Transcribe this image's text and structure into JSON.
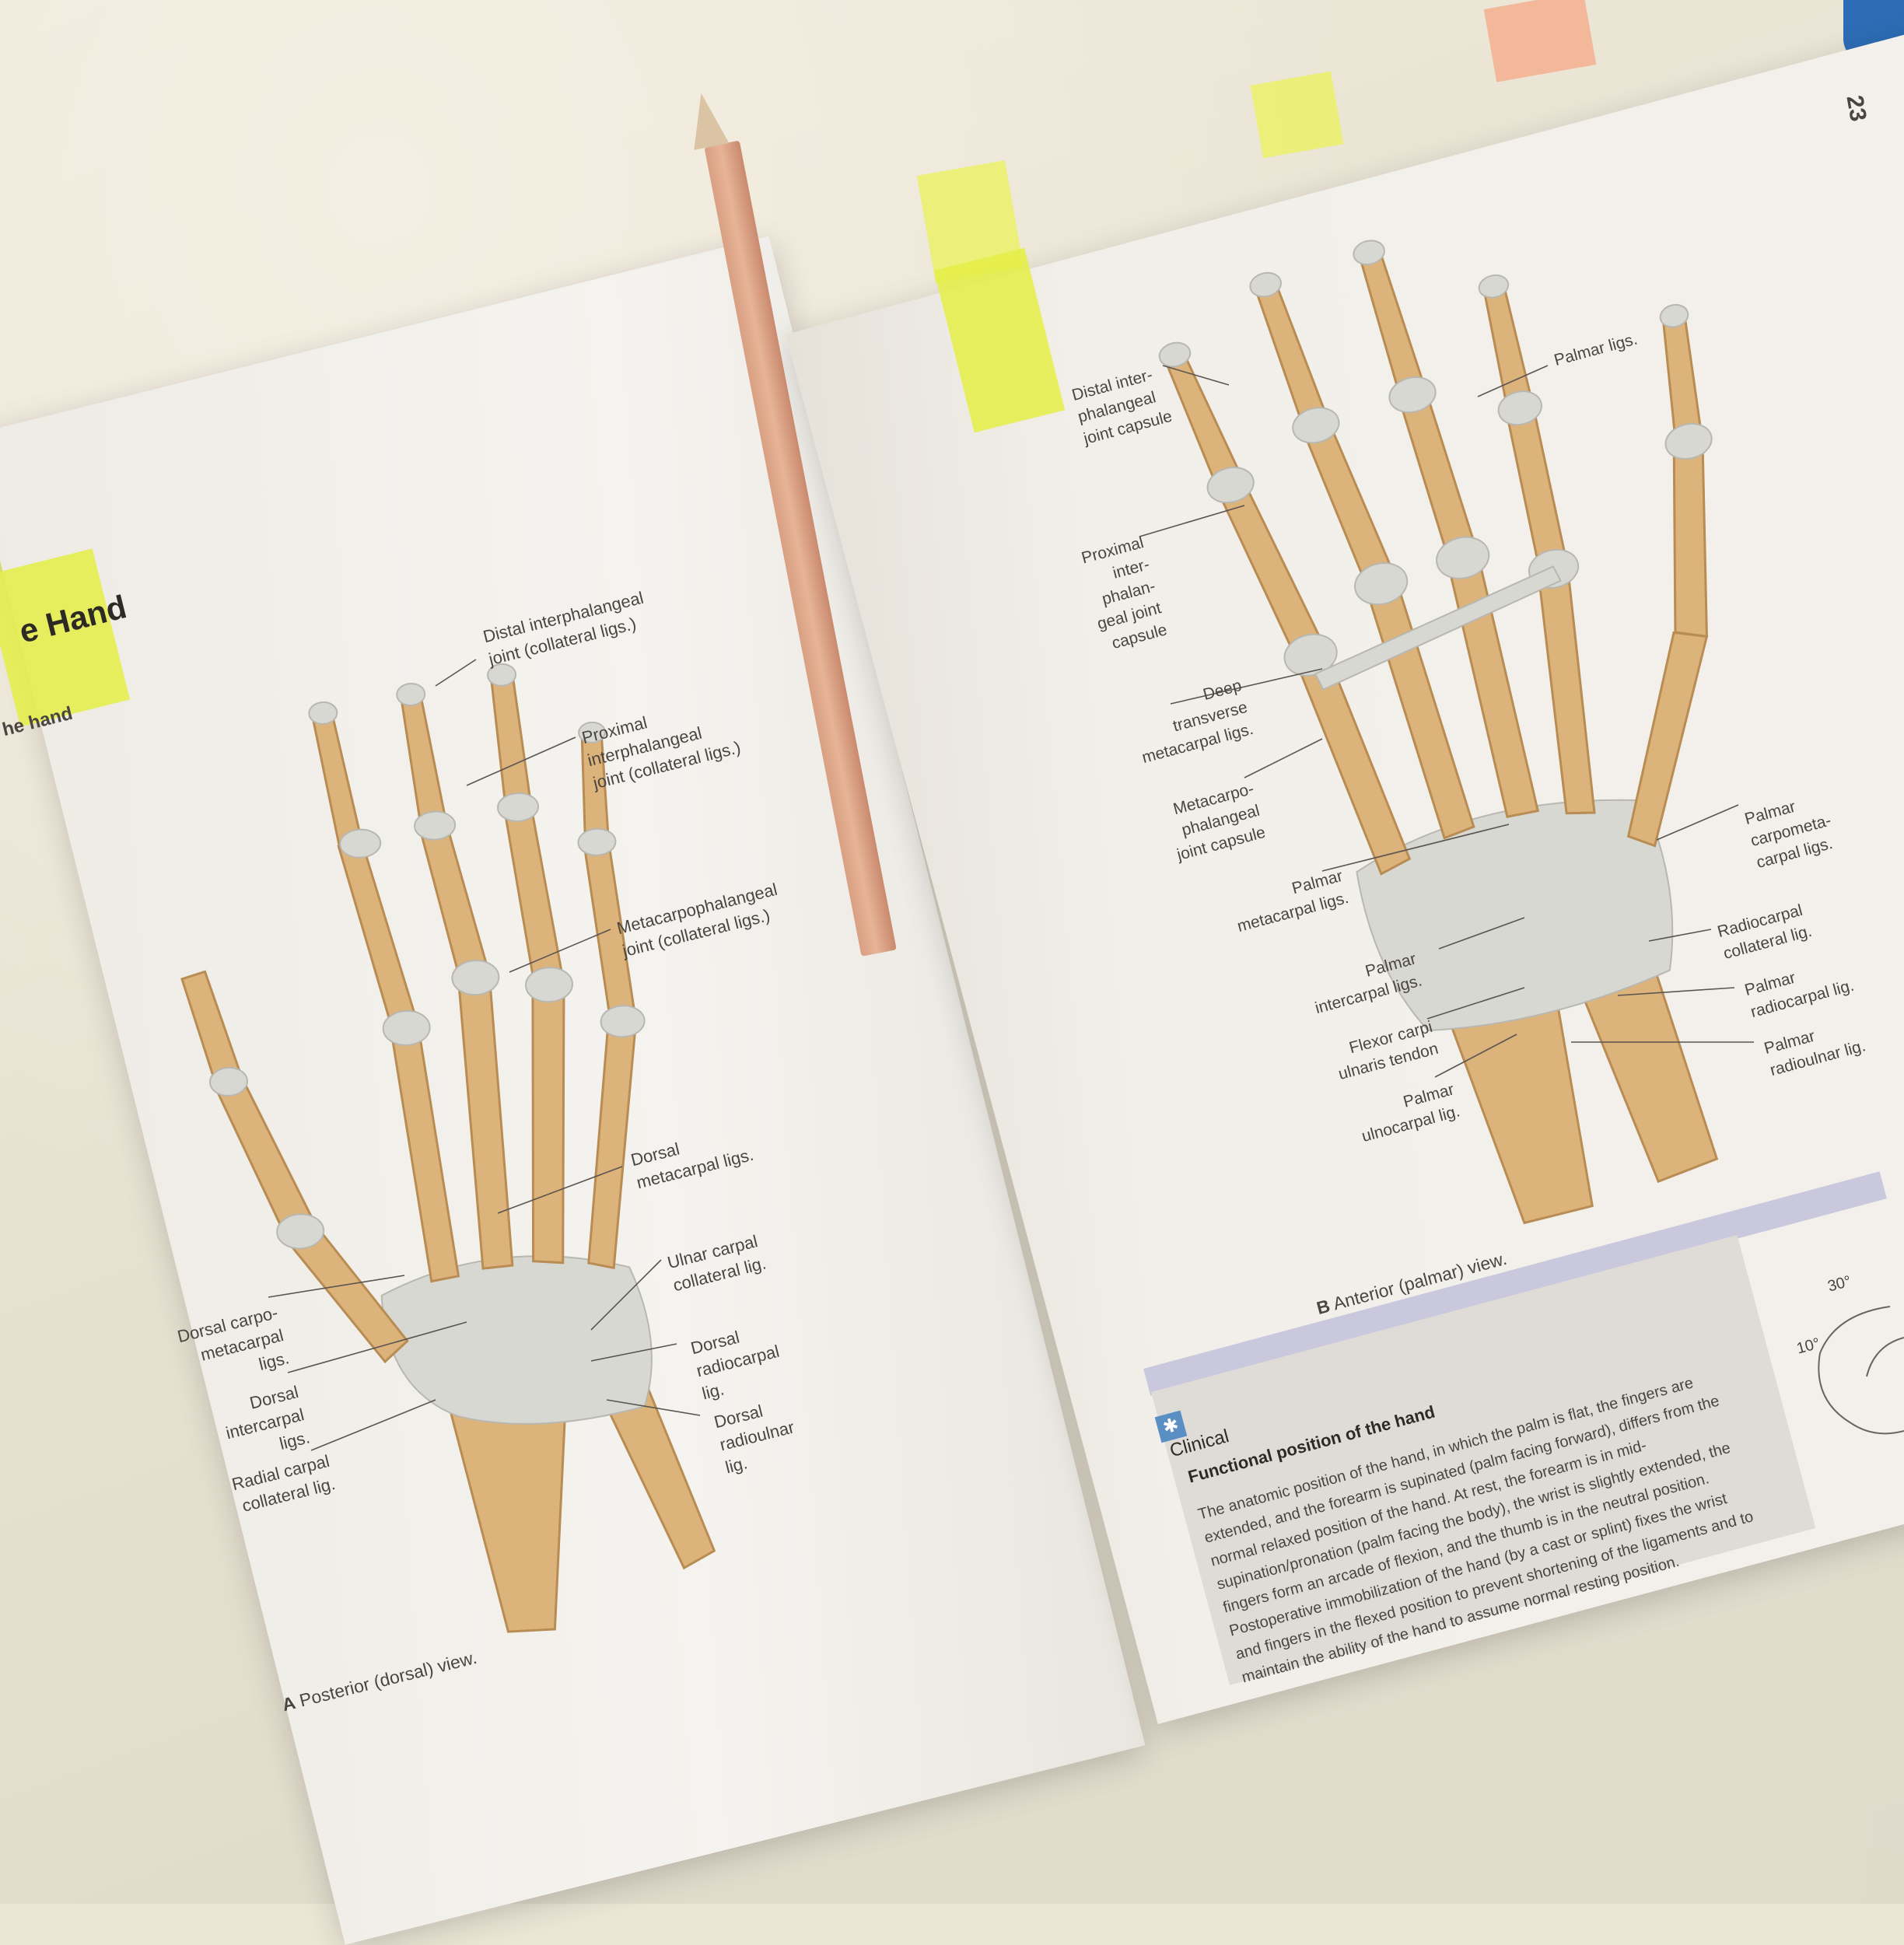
{
  "left_page": {
    "heading": "e Hand",
    "subheading": "he hand",
    "caption_letter": "A",
    "caption": "Posterior (dorsal) view.",
    "labels": [
      "Distal interphalangeal\njoint (collateral ligs.)",
      "Proximal\ninterphalangeal\njoint (collateral ligs.)",
      "Metacarpophalangeal\njoint (collateral ligs.)",
      "Dorsal\nmetacarpal ligs.",
      "Ulnar carpal\ncollateral lig.",
      "Dorsal\nradiocarpal\nlig.",
      "Dorsal\nradioulnar\nlig.",
      "Dorsal carpo-\nmetacarpal\nligs.",
      "Dorsal\nintercarpal\nligs.",
      "Radial carpal\ncollateral lig."
    ]
  },
  "right_page": {
    "page_number": "23",
    "caption_letter": "B",
    "caption": "Anterior (palmar) view.",
    "labels": [
      "Palmar ligs.",
      "Distal inter-\nphalangeal\njoint capsule",
      "Proximal\ninter-\nphalan-\ngeal joint\ncapsule",
      "Deep\ntransverse\nmetacarpal ligs.",
      "Metacarpo-\nphalangeal\njoint capsule",
      "Palmar\nmetacarpal ligs.",
      "Palmar\nintercarpal ligs.",
      "Flexor carpi\nulnaris tendon",
      "Palmar\nulnocarpal lig.",
      "Palmar\ncarpometa-\ncarpal ligs.",
      "Radiocarpal\ncollateral lig.",
      "Palmar\nradiocarpal lig.",
      "Palmar\nradioulnar lig."
    ],
    "angles": [
      "30°",
      "10°"
    ],
    "clinical": {
      "tag": "Clinical",
      "title": "Functional position of the hand",
      "body": "The anatomic position of the hand, in which the palm is flat, the fingers are extended, and the forearm is supinated (palm facing forward), differs from the normal relaxed position of the hand. At rest, the forearm is in mid-supination/pronation (palm facing the body), the wrist is slightly extended, the fingers form an arcade of flexion, and the thumb is in the neutral position. Postoperative immobilization of the hand (by a cast or splint) fixes the wrist and fingers in the flexed position to prevent shortening of the ligaments and to maintain the ability of the hand to assume normal resting position."
    }
  },
  "colors": {
    "cloth": "#ece6d6",
    "page": "#f4f1ec",
    "bone": "#ddb37c",
    "ligament": "#d8d8d2",
    "tab_yellow": "#ecf06a",
    "tab_blue": "#8fc6e0",
    "tab_peach": "#f5b08f",
    "pencil": "#e2ad90",
    "clinical_band": "#c9c8dd",
    "corner_blue": "#2d6db5"
  },
  "icons": [
    "clinical-icon"
  ]
}
